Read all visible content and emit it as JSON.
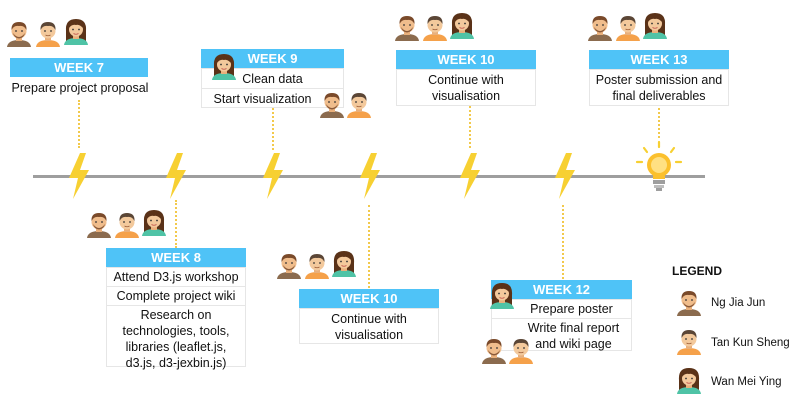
{
  "weeks": {
    "w7": {
      "header": "WEEK 7",
      "tasks": [
        "Prepare project proposal"
      ]
    },
    "w8": {
      "header": "WEEK 8",
      "tasks": [
        "Attend D3.js workshop",
        "Complete project wiki",
        "Research on technologies, tools, libraries (leaflet.js, d3.js, d3-jexbin.js)"
      ]
    },
    "w9": {
      "header": "WEEK 9",
      "tasks": [
        "Clean data",
        "Start visualization"
      ]
    },
    "w10a": {
      "header": "WEEK 10",
      "tasks": [
        "Continue with visualisation"
      ]
    },
    "w10b": {
      "header": "WEEK 10",
      "tasks": [
        "Continue with visualisation"
      ]
    },
    "w12": {
      "header": "WEEK 12",
      "tasks": [
        "Prepare poster",
        "Write final report and wiki page"
      ]
    },
    "w13": {
      "header": "WEEK 13",
      "tasks": [
        "Poster submission and final deliverables"
      ]
    }
  },
  "legend": {
    "title": "LEGEND",
    "members": [
      "Ng Jia Jun",
      "Tan Kun Sheng",
      "Wan Mei Ying"
    ]
  },
  "icons": {
    "milestone": "lightning-bolt-icon",
    "end": "lightbulb-icon"
  },
  "colors": {
    "header": "#4fc3f7",
    "bolt": "#f7d032",
    "timeline": "#9e9e9e"
  }
}
